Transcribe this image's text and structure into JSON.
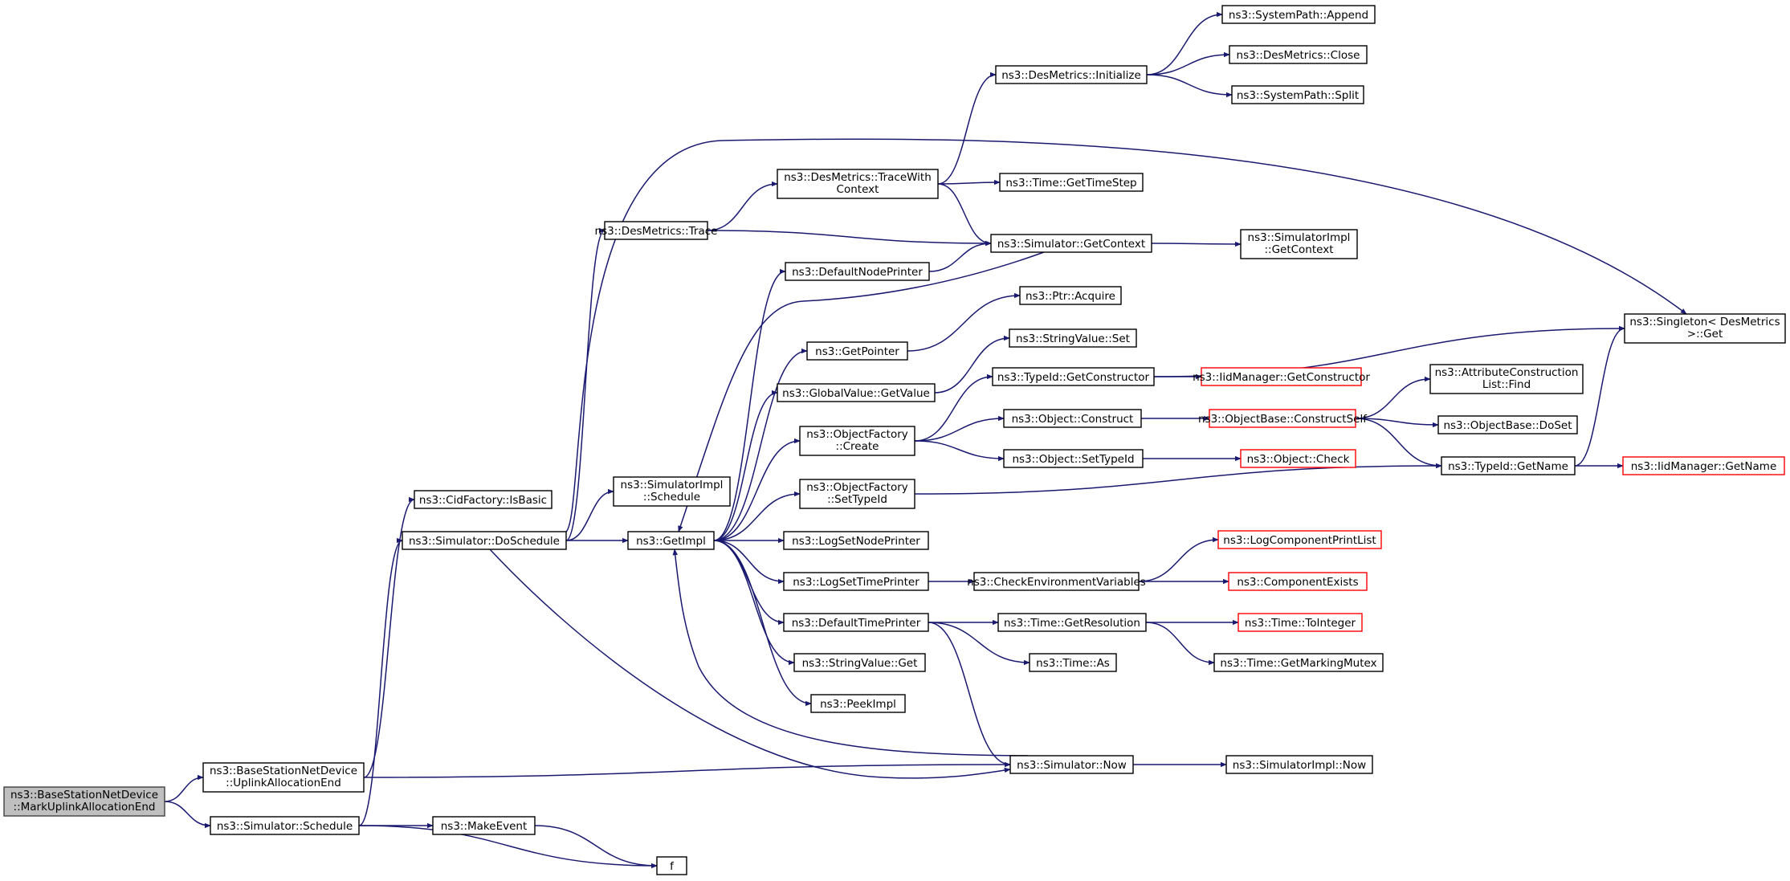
{
  "nodes": [
    {
      "id": "root",
      "lines": [
        "ns3::BaseStationNetDevice",
        "::MarkUplinkAllocationEnd"
      ],
      "kind": "root"
    },
    {
      "id": "uplink",
      "lines": [
        "ns3::BaseStationNetDevice",
        "::UplinkAllocationEnd"
      ],
      "kind": "normal"
    },
    {
      "id": "schedule",
      "lines": [
        "ns3::Simulator::Schedule"
      ],
      "kind": "normal"
    },
    {
      "id": "cidbasic",
      "lines": [
        "ns3::CidFactory::IsBasic"
      ],
      "kind": "normal"
    },
    {
      "id": "doschedule",
      "lines": [
        "ns3::Simulator::DoSchedule"
      ],
      "kind": "normal"
    },
    {
      "id": "makeevent",
      "lines": [
        "ns3::MakeEvent"
      ],
      "kind": "normal"
    },
    {
      "id": "f",
      "lines": [
        "f"
      ],
      "kind": "normal"
    },
    {
      "id": "destrace",
      "lines": [
        "ns3::DesMetrics::Trace"
      ],
      "kind": "normal"
    },
    {
      "id": "simimplsched",
      "lines": [
        "ns3::SimulatorImpl",
        "::Schedule"
      ],
      "kind": "normal"
    },
    {
      "id": "getimpl",
      "lines": [
        "ns3::GetImpl"
      ],
      "kind": "normal"
    },
    {
      "id": "tracewith",
      "lines": [
        "ns3::DesMetrics::TraceWith",
        "Context"
      ],
      "kind": "normal"
    },
    {
      "id": "desinit",
      "lines": [
        "ns3::DesMetrics::Initialize"
      ],
      "kind": "normal"
    },
    {
      "id": "sysappend",
      "lines": [
        "ns3::SystemPath::Append"
      ],
      "kind": "normal"
    },
    {
      "id": "desclose",
      "lines": [
        "ns3::DesMetrics::Close"
      ],
      "kind": "normal"
    },
    {
      "id": "syssplit",
      "lines": [
        "ns3::SystemPath::Split"
      ],
      "kind": "normal"
    },
    {
      "id": "timestep",
      "lines": [
        "ns3::Time::GetTimeStep"
      ],
      "kind": "normal"
    },
    {
      "id": "simgetctx",
      "lines": [
        "ns3::Simulator::GetContext"
      ],
      "kind": "normal"
    },
    {
      "id": "simimplctx",
      "lines": [
        "ns3::SimulatorImpl",
        "::GetContext"
      ],
      "kind": "normal"
    },
    {
      "id": "singleton",
      "lines": [
        "ns3::Singleton< DesMetrics",
        " >::Get"
      ],
      "kind": "normal"
    },
    {
      "id": "defnode",
      "lines": [
        "ns3::DefaultNodePrinter"
      ],
      "kind": "normal"
    },
    {
      "id": "ptracq",
      "lines": [
        "ns3::Ptr::Acquire"
      ],
      "kind": "normal"
    },
    {
      "id": "getpointer",
      "lines": [
        "ns3::GetPointer"
      ],
      "kind": "normal"
    },
    {
      "id": "strset",
      "lines": [
        "ns3::StringValue::Set"
      ],
      "kind": "normal"
    },
    {
      "id": "typegetctor",
      "lines": [
        "ns3::TypeId::GetConstructor"
      ],
      "kind": "normal"
    },
    {
      "id": "iidgetctor",
      "lines": [
        "ns3::IidManager::GetConstructor"
      ],
      "kind": "ext"
    },
    {
      "id": "globalget",
      "lines": [
        "ns3::GlobalValue::GetValue"
      ],
      "kind": "normal"
    },
    {
      "id": "attrfind",
      "lines": [
        "ns3::AttributeConstruction",
        "List::Find"
      ],
      "kind": "normal"
    },
    {
      "id": "objfcreate",
      "lines": [
        "ns3::ObjectFactory",
        "::Create"
      ],
      "kind": "normal"
    },
    {
      "id": "objconstruct",
      "lines": [
        "ns3::Object::Construct"
      ],
      "kind": "normal"
    },
    {
      "id": "constructself",
      "lines": [
        "ns3::ObjectBase::ConstructSelf"
      ],
      "kind": "ext"
    },
    {
      "id": "doset",
      "lines": [
        "ns3::ObjectBase::DoSet"
      ],
      "kind": "normal"
    },
    {
      "id": "settypeid",
      "lines": [
        "ns3::Object::SetTypeId"
      ],
      "kind": "normal"
    },
    {
      "id": "objcheck",
      "lines": [
        "ns3::Object::Check"
      ],
      "kind": "ext"
    },
    {
      "id": "typegetname",
      "lines": [
        "ns3::TypeId::GetName"
      ],
      "kind": "normal"
    },
    {
      "id": "iidgetname",
      "lines": [
        "ns3::IidManager::GetName"
      ],
      "kind": "ext"
    },
    {
      "id": "objfsettype",
      "lines": [
        "ns3::ObjectFactory",
        "::SetTypeId"
      ],
      "kind": "normal"
    },
    {
      "id": "logsetnode",
      "lines": [
        "ns3::LogSetNodePrinter"
      ],
      "kind": "normal"
    },
    {
      "id": "logcomplist",
      "lines": [
        "ns3::LogComponentPrintList"
      ],
      "kind": "ext"
    },
    {
      "id": "logsettime",
      "lines": [
        "ns3::LogSetTimePrinter"
      ],
      "kind": "normal"
    },
    {
      "id": "checkenv",
      "lines": [
        "ns3::CheckEnvironmentVariables"
      ],
      "kind": "normal"
    },
    {
      "id": "compexists",
      "lines": [
        "ns3::ComponentExists"
      ],
      "kind": "ext"
    },
    {
      "id": "deftime",
      "lines": [
        "ns3::DefaultTimePrinter"
      ],
      "kind": "normal"
    },
    {
      "id": "timegetres",
      "lines": [
        "ns3::Time::GetResolution"
      ],
      "kind": "normal"
    },
    {
      "id": "timetoint",
      "lines": [
        "ns3::Time::ToInteger"
      ],
      "kind": "ext"
    },
    {
      "id": "strget",
      "lines": [
        "ns3::StringValue::Get"
      ],
      "kind": "normal"
    },
    {
      "id": "timeas",
      "lines": [
        "ns3::Time::As"
      ],
      "kind": "normal"
    },
    {
      "id": "markmutex",
      "lines": [
        "ns3::Time::GetMarkingMutex"
      ],
      "kind": "normal"
    },
    {
      "id": "peekimpl",
      "lines": [
        "ns3::PeekImpl"
      ],
      "kind": "normal"
    },
    {
      "id": "simnow",
      "lines": [
        "ns3::Simulator::Now"
      ],
      "kind": "normal"
    },
    {
      "id": "simimplnow",
      "lines": [
        "ns3::SimulatorImpl::Now"
      ],
      "kind": "normal"
    }
  ],
  "edges": [
    [
      "root",
      "uplink"
    ],
    [
      "root",
      "schedule"
    ],
    [
      "uplink",
      "cidbasic"
    ],
    [
      "uplink",
      "simnow"
    ],
    [
      "schedule",
      "doschedule"
    ],
    [
      "schedule",
      "makeevent"
    ],
    [
      "schedule",
      "f"
    ],
    [
      "makeevent",
      "f"
    ],
    [
      "doschedule",
      "destrace"
    ],
    [
      "doschedule",
      "simimplsched"
    ],
    [
      "doschedule",
      "getimpl"
    ],
    [
      "doschedule",
      "singleton"
    ],
    [
      "doschedule",
      "simnow"
    ],
    [
      "destrace",
      "tracewith"
    ],
    [
      "destrace",
      "simgetctx"
    ],
    [
      "tracewith",
      "desinit"
    ],
    [
      "tracewith",
      "timestep"
    ],
    [
      "tracewith",
      "simgetctx"
    ],
    [
      "desinit",
      "sysappend"
    ],
    [
      "desinit",
      "desclose"
    ],
    [
      "desinit",
      "syssplit"
    ],
    [
      "simgetctx",
      "simimplctx"
    ],
    [
      "simgetctx",
      "getimpl"
    ],
    [
      "getimpl",
      "defnode"
    ],
    [
      "getimpl",
      "getpointer"
    ],
    [
      "getimpl",
      "globalget"
    ],
    [
      "getimpl",
      "objfcreate"
    ],
    [
      "getimpl",
      "objfsettype"
    ],
    [
      "getimpl",
      "logsetnode"
    ],
    [
      "getimpl",
      "logsettime"
    ],
    [
      "getimpl",
      "deftime"
    ],
    [
      "getimpl",
      "strget"
    ],
    [
      "getimpl",
      "peekimpl"
    ],
    [
      "defnode",
      "simgetctx"
    ],
    [
      "getpointer",
      "ptracq"
    ],
    [
      "globalget",
      "strset"
    ],
    [
      "objfcreate",
      "typegetctor"
    ],
    [
      "objfcreate",
      "objconstruct"
    ],
    [
      "objfcreate",
      "settypeid"
    ],
    [
      "typegetctor",
      "iidgetctor"
    ],
    [
      "typegetctor",
      "singleton"
    ],
    [
      "objconstruct",
      "constructself"
    ],
    [
      "constructself",
      "attrfind"
    ],
    [
      "constructself",
      "doset"
    ],
    [
      "constructself",
      "typegetname"
    ],
    [
      "settypeid",
      "objcheck"
    ],
    [
      "typegetname",
      "iidgetname"
    ],
    [
      "typegetname",
      "singleton"
    ],
    [
      "objfsettype",
      "typegetname"
    ],
    [
      "logsettime",
      "checkenv"
    ],
    [
      "checkenv",
      "logcomplist"
    ],
    [
      "checkenv",
      "compexists"
    ],
    [
      "deftime",
      "timegetres"
    ],
    [
      "deftime",
      "timeas"
    ],
    [
      "deftime",
      "simnow"
    ],
    [
      "timegetres",
      "timetoint"
    ],
    [
      "timegetres",
      "markmutex"
    ],
    [
      "simnow",
      "getimpl"
    ],
    [
      "simnow",
      "simimplnow"
    ]
  ]
}
